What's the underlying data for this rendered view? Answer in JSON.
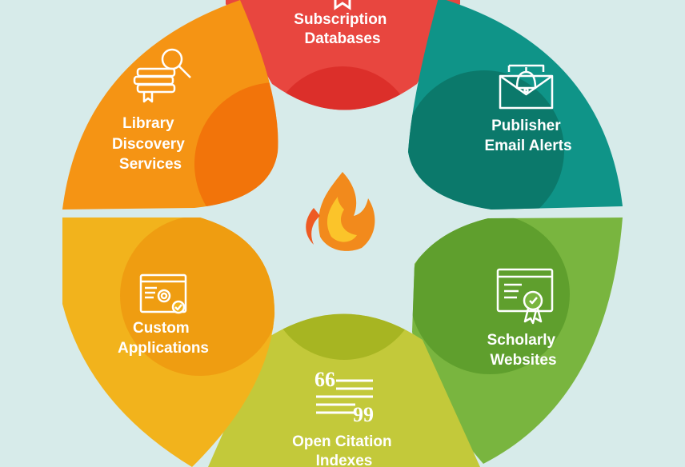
{
  "diagram": {
    "segments": [
      {
        "id": "top",
        "lines": [
          "Subscription",
          "Databases"
        ],
        "color": "#e8463f",
        "shade": "#d92b27",
        "icon": "bookmark-icon"
      },
      {
        "id": "upper-right",
        "lines": [
          "Publisher",
          "Email Alerts"
        ],
        "color": "#0f9488",
        "shade": "#0b7466",
        "icon": "email-bell-icon"
      },
      {
        "id": "lower-right",
        "lines": [
          "Scholarly",
          "Websites"
        ],
        "color": "#79b53f",
        "shade": "#5a9b2a",
        "icon": "certificate-icon"
      },
      {
        "id": "bottom",
        "lines": [
          "Open Citation",
          "Indexes"
        ],
        "color": "#c3c93a",
        "shade": "#a2b21f",
        "icon": "citation-quote-icon"
      },
      {
        "id": "lower-left",
        "lines": [
          "Custom",
          "Applications"
        ],
        "color": "#f2b31c",
        "shade": "#ee990f",
        "icon": "app-settings-icon"
      },
      {
        "id": "upper-left",
        "lines": [
          "Library",
          "Discovery",
          "Services"
        ],
        "color": "#f59414",
        "shade": "#f16f08",
        "icon": "books-search-icon"
      }
    ],
    "center_icon": "flame-logo-icon"
  }
}
